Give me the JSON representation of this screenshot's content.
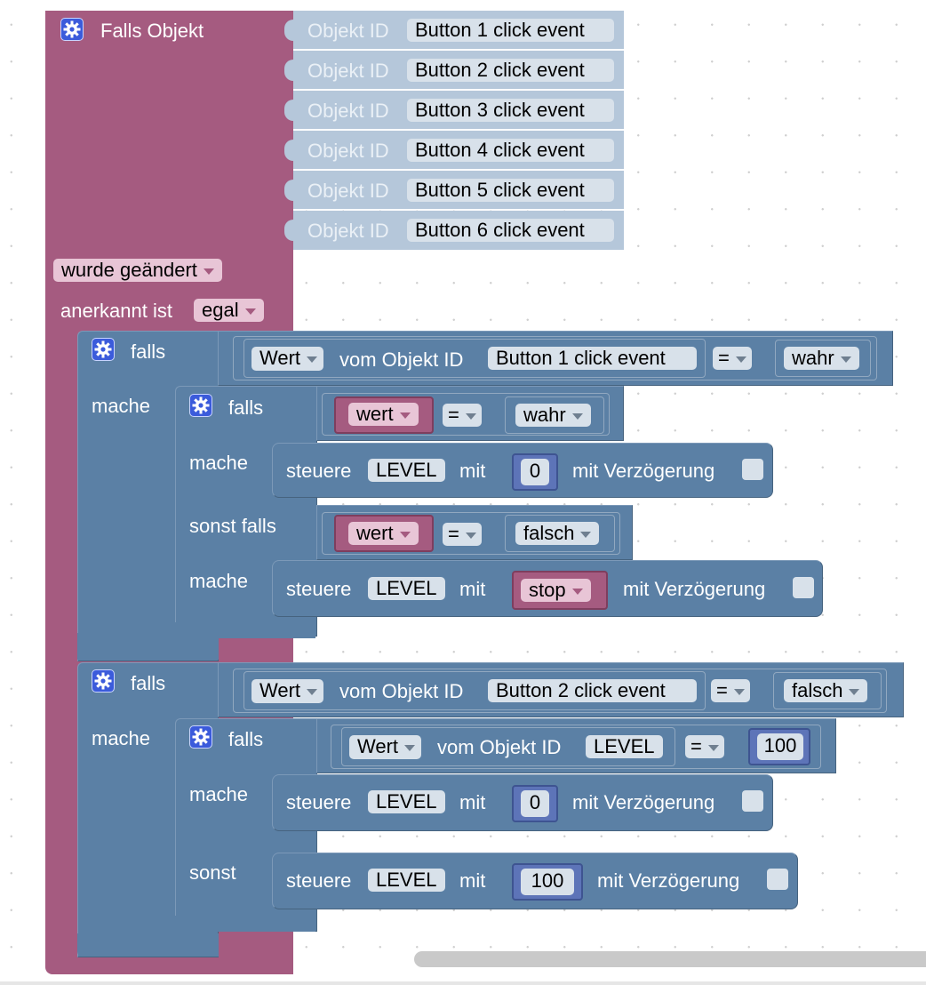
{
  "trigger": {
    "title": "Falls Objekt",
    "object_id_label": "Objekt ID",
    "objects": [
      "Button 1 click event",
      "Button 2 click event",
      "Button 3 click event",
      "Button 4 click event",
      "Button 5 click event",
      "Button 6 click event"
    ],
    "changed_option": "wurde geändert",
    "ack_label": "anerkannt ist",
    "ack_option": "egal"
  },
  "labels": {
    "if": "falls",
    "do": "mache",
    "else_if": "sonst falls",
    "else": "sonst",
    "value": "Wert",
    "value_lower": "wert",
    "of_object": "vom Objekt ID",
    "equals": "=",
    "control": "steuere",
    "with": "mit",
    "with_delay": "mit Verzögerung"
  },
  "block1": {
    "object": "Button 1 click event",
    "compare_value": "wahr",
    "inner_if_value": "wahr",
    "inner_if_target": "LEVEL",
    "inner_if_set": "0",
    "inner_elseif_value": "falsch",
    "inner_elseif_target": "LEVEL",
    "inner_elseif_set": "stop"
  },
  "block2": {
    "object": "Button 2 click event",
    "compare_value": "falsch",
    "inner_object": "LEVEL",
    "inner_compare": "100",
    "then_target": "LEVEL",
    "then_set": "0",
    "else_target": "LEVEL",
    "else_set": "100"
  },
  "colors": {
    "trigger": "#a55b80",
    "control": "#5b80a5",
    "object_id": "#b5c7da",
    "math": "#5d74b8"
  }
}
